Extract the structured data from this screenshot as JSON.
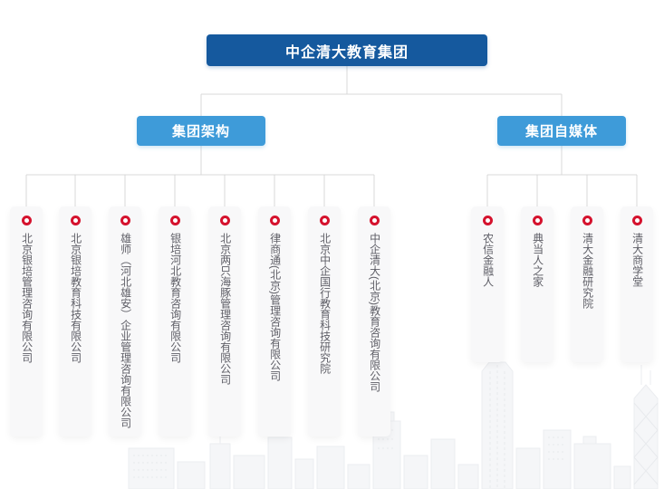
{
  "org": {
    "root": {
      "label": "中企清大教育集团"
    },
    "groups": [
      {
        "label": "集团架构",
        "children": [
          {
            "name": "北京银培管理咨询有限公司"
          },
          {
            "name": "北京银培教育科技有限公司"
          },
          {
            "name": "雄师（河北雄安）企业管理咨询有限公司"
          },
          {
            "name": "银培河北教育咨询有限公司"
          },
          {
            "name": "北京两只海豚管理咨询有限公司"
          },
          {
            "name": "律商通(北京)管理咨询有限公司"
          },
          {
            "name": "北京中企国行教育科技研究院"
          },
          {
            "name": "中企清大(北京)教育咨询有限公司"
          }
        ]
      },
      {
        "label": "集团自媒体",
        "children": [
          {
            "name": "农信金融人"
          },
          {
            "name": "典当人之家"
          },
          {
            "name": "清大金融研究院"
          },
          {
            "name": "清大商学堂"
          }
        ]
      }
    ],
    "colors": {
      "root_bg": "#15599e",
      "group_bg": "#3e9bd9",
      "connector": "#d9d9d9",
      "leaf_bg": "#f8f8f9",
      "leaf_text": "#5e5e66",
      "marker_red": "#d5122d"
    }
  }
}
